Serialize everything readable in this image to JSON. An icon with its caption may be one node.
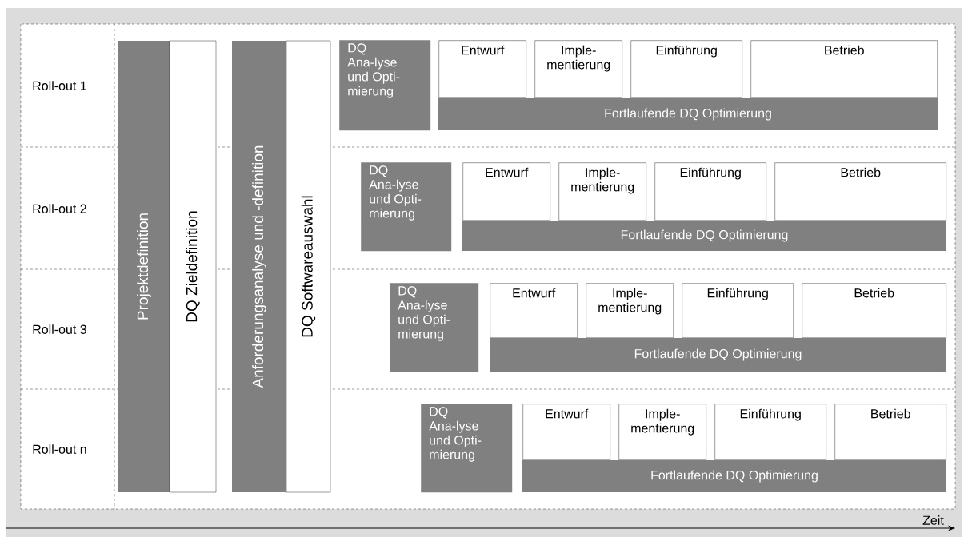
{
  "diagram": {
    "nodes": [
      {
        "text": [
          "Projektdefinition"
        ]
      },
      {
        "text": [
          "DQ Zieldefinition"
        ]
      },
      {
        "text": [
          "Anforderungsanalyse und -definition"
        ]
      },
      {
        "text": [
          "DQ Softwareauswahl"
        ]
      },
      {
        "text": [
          "DQ Ana-lyse und Opti-mierung"
        ]
      },
      {
        "text": [
          "Entwurf"
        ]
      },
      {
        "text": [
          "Imple-mentierung"
        ]
      },
      {
        "text": [
          "Einführung"
        ]
      },
      {
        "text": [
          "Betrieb"
        ]
      },
      {
        "text": [
          "Fortlaufende DQ Optimierung"
        ]
      },
      {
        "text": [
          "DQ Ana-lyse und Opti-mierung"
        ]
      },
      {
        "text": [
          "Entwurf"
        ]
      },
      {
        "text": [
          "Imple-mentierung"
        ]
      },
      {
        "text": [
          "Einführung"
        ]
      },
      {
        "text": [
          "Betrieb"
        ]
      },
      {
        "text": [
          "Fortlaufende DQ Optimierung"
        ]
      },
      {
        "text": [
          "DQ Ana-lyse und Opti-mierung"
        ]
      },
      {
        "text": [
          "Entwurf"
        ]
      },
      {
        "text": [
          "Imple-mentierung"
        ]
      },
      {
        "text": [
          "Einführung"
        ]
      },
      {
        "text": [
          "Betrieb"
        ]
      },
      {
        "text": [
          "Fortlaufende DQ Optimierung"
        ]
      },
      {
        "text": [
          "DQ Ana-lyse und Opti-mierung"
        ]
      },
      {
        "text": [
          "Entwurf"
        ]
      },
      {
        "text": [
          "Imple-mentierung"
        ]
      },
      {
        "text": [
          "Einführung"
        ]
      },
      {
        "text": [
          "Betrieb"
        ]
      },
      {
        "text": [
          "Fortlaufende DQ Optimierung"
        ]
      }
    ],
    "edges": [],
    "labels": [
      "Roll-out 1",
      "Roll-out 2",
      "Roll-out 3",
      "Roll-out n",
      "Zeit"
    ]
  }
}
